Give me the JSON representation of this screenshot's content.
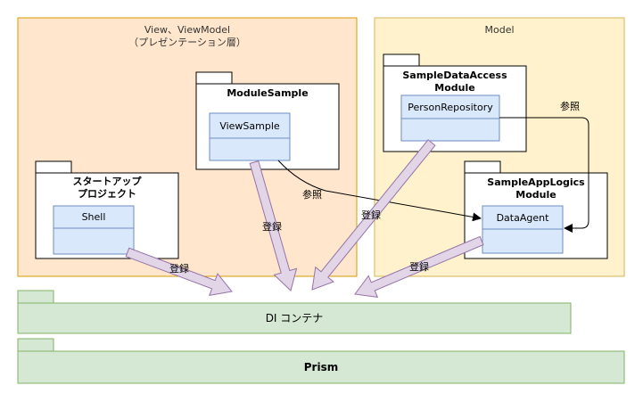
{
  "zones": {
    "view": {
      "title_line1": "View、ViewModel",
      "title_line2": "（プレゼンテーション層）"
    },
    "model": {
      "title": "Model"
    }
  },
  "packages": {
    "startup": {
      "title_line1": "スタートアップ",
      "title_line2": "プロジェクト",
      "class_name": "Shell"
    },
    "module_sample": {
      "title": "ModuleSample",
      "class_name": "ViewSample"
    },
    "data_access": {
      "title_line1": "SampleDataAccess",
      "title_line2": "Module",
      "class_name": "PersonRepository"
    },
    "app_logics": {
      "title_line1": "SampleAppLogics",
      "title_line2": "Module",
      "class_name": "DataAgent"
    }
  },
  "edges": {
    "ref_label": "参照",
    "register_label": "登録"
  },
  "bands": {
    "di": {
      "label": "DI コンテナ"
    },
    "prism": {
      "label": "Prism"
    }
  },
  "colors": {
    "zone_view_fill": "#ffe6cc",
    "zone_view_stroke": "#d79b00",
    "zone_model_fill": "#fff2cc",
    "zone_model_stroke": "#d6b656",
    "class_fill": "#dae8fc",
    "class_stroke": "#6c8ebf",
    "band_fill": "#d5e8d4",
    "band_stroke": "#82b366",
    "arrow_fill": "#e1d5e7",
    "arrow_stroke": "#9673a6"
  }
}
